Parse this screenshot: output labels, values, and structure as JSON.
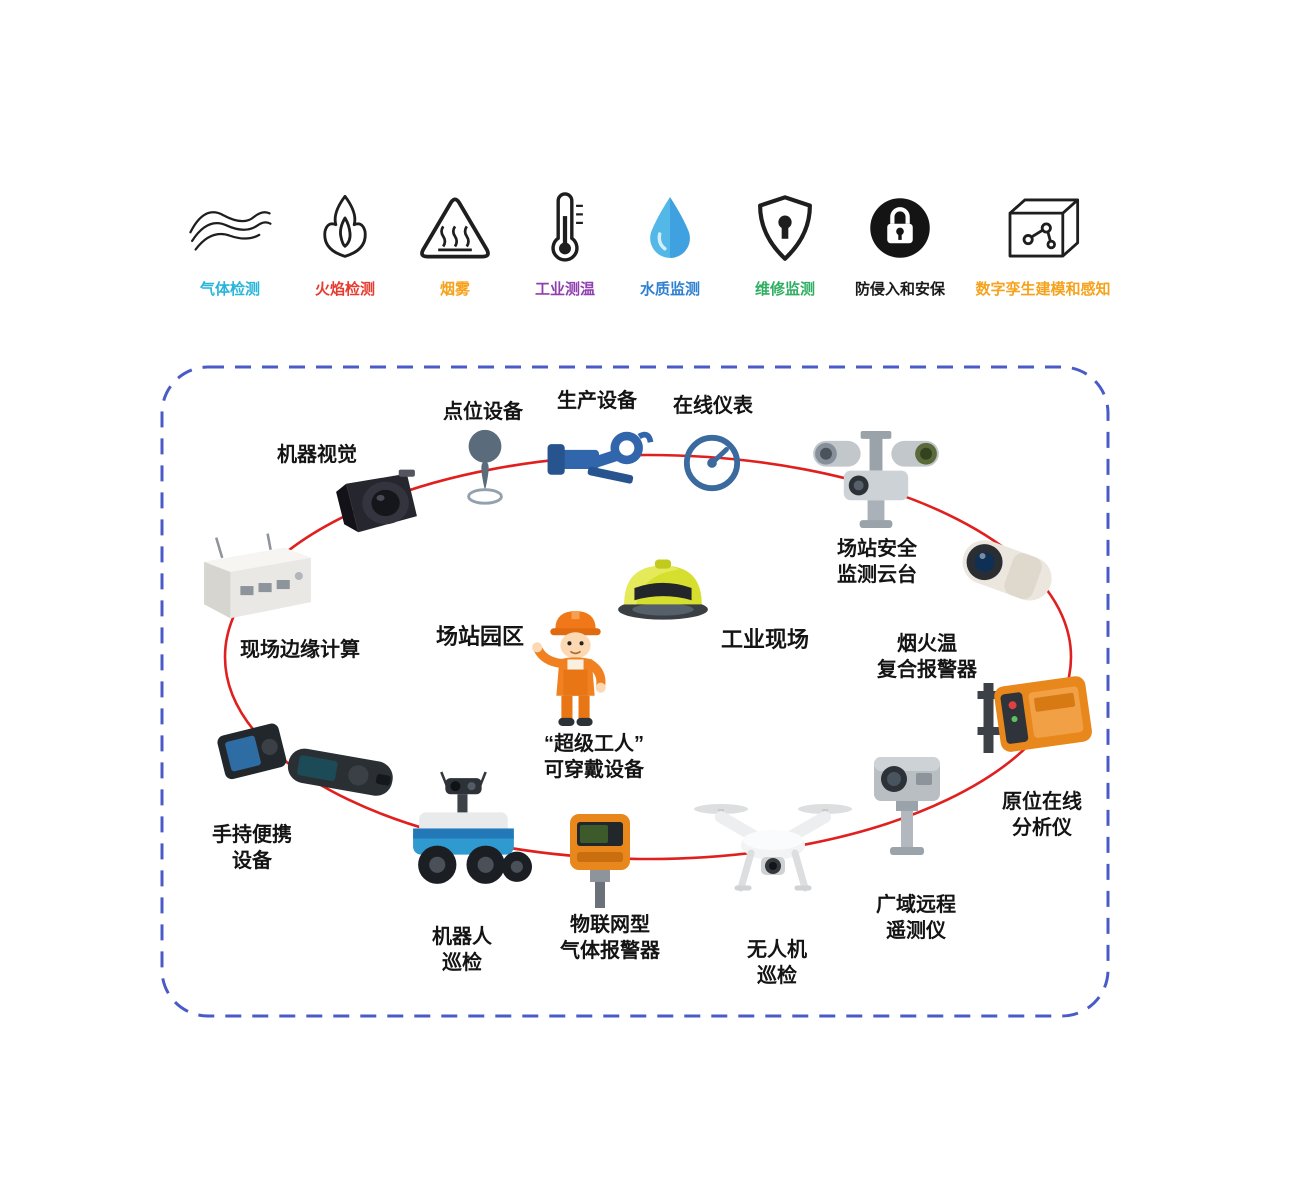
{
  "capabilities": {
    "items": [
      {
        "label": "气体检测",
        "color": "#29b5d9",
        "icon": "gas-waves-icon"
      },
      {
        "label": "火焰检测",
        "color": "#e63c30",
        "icon": "flame-icon"
      },
      {
        "label": "烟雾",
        "color": "#f6a21d",
        "icon": "smoke-warning-triangle-icon"
      },
      {
        "label": "工业测温",
        "color": "#8f3fae",
        "icon": "thermometer-icon"
      },
      {
        "label": "水质监测",
        "color": "#2f80d0",
        "icon": "water-drop-icon"
      },
      {
        "label": "维修监测",
        "color": "#2fae62",
        "icon": "shield-keyhole-icon"
      },
      {
        "label": "防侵入和安保",
        "color": "#1a1a1a",
        "icon": "lock-circle-icon"
      },
      {
        "label": "数字孪生建模和感知",
        "color": "#f6a21d",
        "icon": "digital-twin-cube-icon"
      }
    ]
  },
  "diagram": {
    "accent_red": "#e01f1f",
    "border_blue": "#4a5bc8",
    "center": {
      "station": "场站园区",
      "site": "工业现场",
      "worker": "“超级工人”\n可穿戴设备"
    },
    "nodes": {
      "machine_vision": "机器视觉",
      "point_device": "点位设备",
      "production_equipment": "生产设备",
      "online_instrument": "在线仪表",
      "station_ptz": "场站安全\n监测云台",
      "fire_smoke_temp_alarm": "烟火温\n复合报警器",
      "insitu_analyzer": "原位在线\n分析仪",
      "remote_telemetry": "广域远程\n遥测仪",
      "drone_patrol": "无人机\n巡检",
      "iot_gas_alarm": "物联网型\n气体报警器",
      "robot_patrol": "机器人\n巡检",
      "handheld_device": "手持便携\n设备",
      "edge_computing": "现场边缘计算"
    }
  }
}
